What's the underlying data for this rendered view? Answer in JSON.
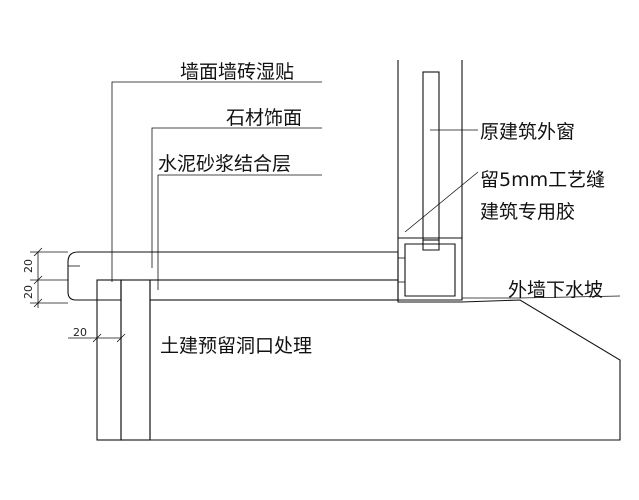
{
  "labels": {
    "wall_tile": "墙面墙砖湿贴",
    "stone_finish": "石材饰面",
    "mortar_layer": "水泥砂浆结合层",
    "original_window": "原建筑外窗",
    "gap_note": "留5mm工艺缝",
    "sealant": "建筑专用胶",
    "exterior_slope": "外墙下水坡",
    "opening_treatment": "土建预留洞口处理"
  },
  "dimensions": {
    "stone_thickness": "20",
    "mortar_thickness": "20",
    "wall_offset": "20"
  },
  "colors": {
    "line": "#111111",
    "background": "#ffffff"
  }
}
